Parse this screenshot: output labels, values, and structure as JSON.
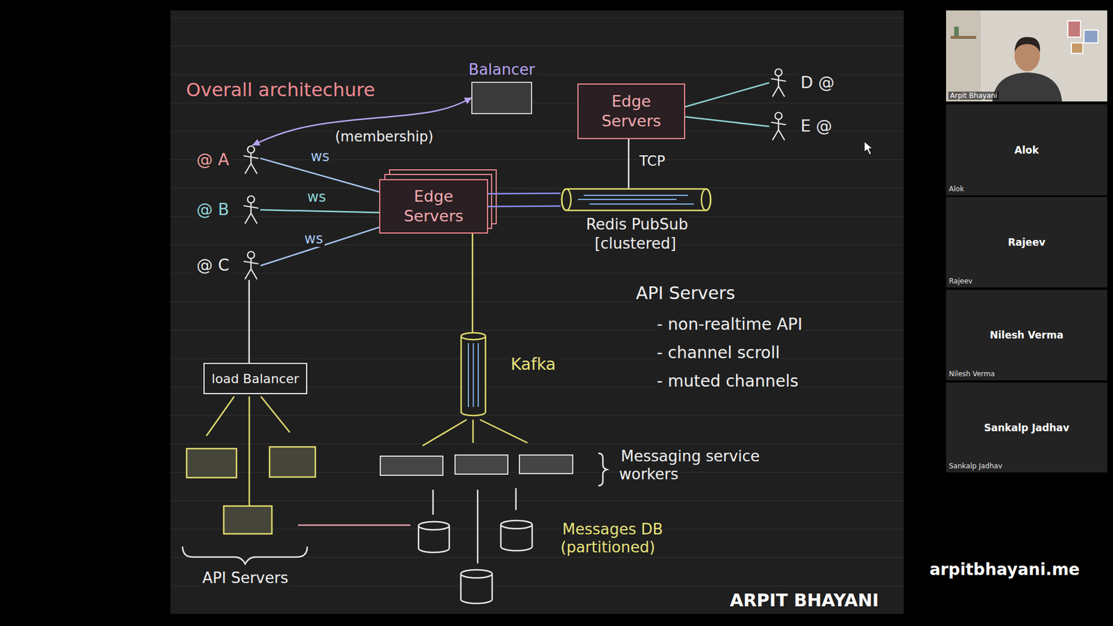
{
  "diagram": {
    "title": "Overall architechure",
    "nodes": [
      {
        "text": [
          "Balancer"
        ]
      },
      {
        "text": [
          "Edge Servers"
        ]
      },
      {
        "text": [
          "D @"
        ]
      },
      {
        "text": [
          "E @"
        ]
      },
      {
        "text": [
          "@ A"
        ]
      },
      {
        "text": [
          "@ B"
        ]
      },
      {
        "text": [
          "@ C"
        ]
      },
      {
        "text": [
          "Edge Servers"
        ]
      },
      {
        "text": [
          "Redis PubSub [clustered]"
        ]
      },
      {
        "text": [
          "Kafka"
        ]
      },
      {
        "text": [
          "load Balancer"
        ]
      },
      {
        "text": [
          "Arpit Bhayani"
        ]
      },
      {
        "text": [
          "Alok",
          "Alok"
        ]
      },
      {
        "text": [
          "Rajeev",
          "Rajeev"
        ]
      },
      {
        "text": [
          "Nilesh Verma",
          "Nilesh Verma"
        ]
      },
      {
        "text": [
          "Sankalp Jadhav",
          "Sankalp Jadhav"
        ]
      }
    ],
    "edges": [
      {
        "from": 0,
        "to": 4,
        "label": "(membership)",
        "arrow": "both"
      },
      {
        "from": 1,
        "to": 2,
        "arrow": "none"
      },
      {
        "from": 1,
        "to": 3,
        "arrow": "none"
      },
      {
        "from": 4,
        "to": 7,
        "label": "ws",
        "arrow": "none"
      },
      {
        "from": 5,
        "to": 7,
        "label": "ws",
        "arrow": "none"
      },
      {
        "from": 6,
        "to": 7,
        "label": "ws",
        "arrow": "none"
      },
      {
        "from": 1,
        "to": 8,
        "label": "TCP",
        "arrow": "none"
      },
      {
        "from": 7,
        "to": 8,
        "arrow": "none"
      },
      {
        "from": 7,
        "to": 9,
        "arrow": "none"
      },
      {
        "from": 6,
        "to": 10,
        "arrow": "none"
      }
    ],
    "labels": [
      "API Servers",
      "- non-realtime API",
      "- channel scroll",
      "- muted channels",
      "Messaging service workers",
      "API Servers",
      "Messages DB (partitioned)",
      "arpitbhayani.me",
      "ARPIT BHAYANI"
    ]
  }
}
